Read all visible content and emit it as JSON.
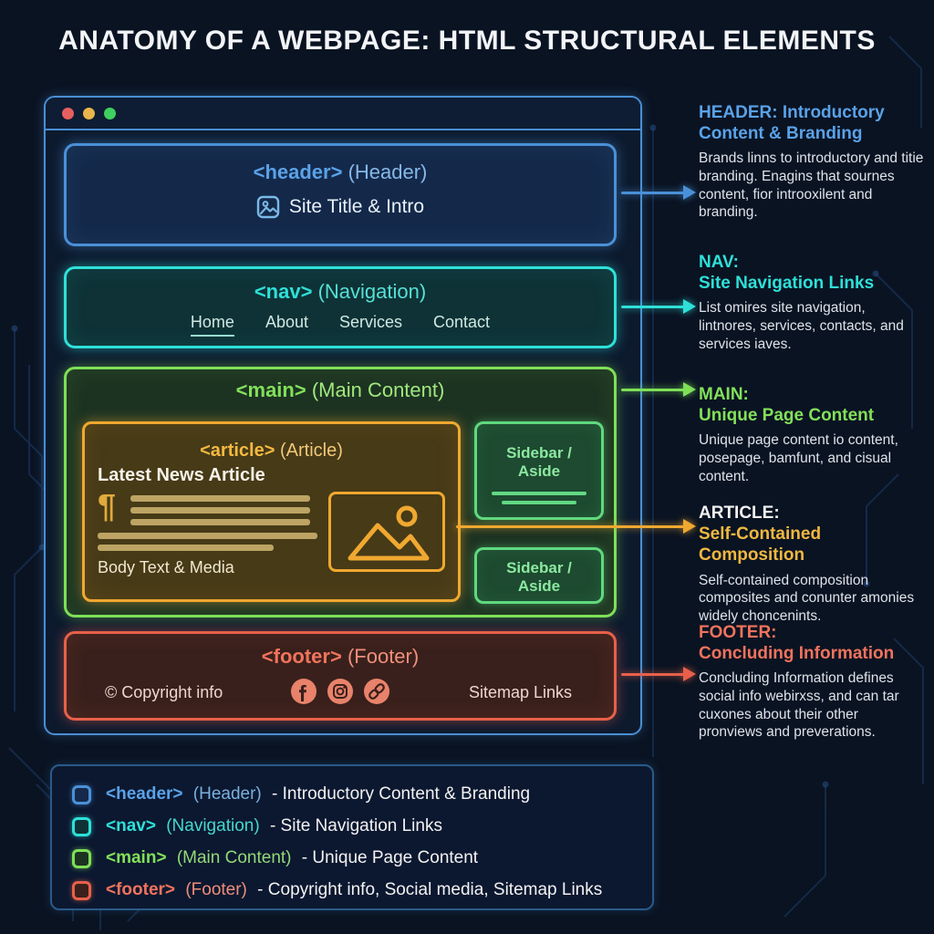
{
  "page_title": "ANATOMY OF A WEBPAGE: HTML STRUCTURAL ELEMENTS",
  "colors": {
    "background": "#0a1322",
    "window_border": "#4a8fd4",
    "header_blue": "#4a90d8",
    "nav_cyan": "#2ee0d8",
    "main_green": "#7ee057",
    "article_orange": "#f0a830",
    "footer_red": "#e8604a",
    "traffic_dot_red": "#e85f5f",
    "traffic_dot_yellow": "#e8b64a",
    "traffic_dot_green": "#3fd160"
  },
  "icons": {
    "image-icon": "framed picture outline",
    "paragraph-icon": "¶",
    "facebook-icon": "f in circle",
    "instagram-icon": "camera in circle",
    "link-icon": "chain in circle"
  },
  "window": {
    "header": {
      "tag": "<header>",
      "label": "(Header)",
      "content": "Site Title & Intro"
    },
    "nav": {
      "tag": "<nav>",
      "label": "(Navigation)",
      "links": [
        "Home",
        "About",
        "Services",
        "Contact"
      ]
    },
    "main": {
      "tag": "<main>",
      "label": "(Main Content)"
    },
    "article": {
      "tag": "<article>",
      "label": "(Article)",
      "headline": "Latest News Article",
      "paragraph_mark": "¶",
      "caption": "Body Text & Media"
    },
    "sidebars": [
      {
        "line1": "Sidebar /",
        "line2": "Aside"
      },
      {
        "line1": "Sidebar /",
        "line2": "Aside"
      }
    ],
    "footer": {
      "tag": "<footer>",
      "label": "(Footer)",
      "copyright": "© Copyright info",
      "sitemap": "Sitemap Links"
    }
  },
  "annotations": [
    {
      "id": "header",
      "title1": "HEADER: Introductory",
      "title2": "Content & Branding",
      "body": "Brands linns to introductory and titie branding. Enagins that sournes content, fior introoxilent and branding."
    },
    {
      "id": "nav",
      "title1": "NAV:",
      "title2": "Site Navigation Links",
      "body": "List omires site navigation, lintnores, services, contacts, and services iaves."
    },
    {
      "id": "main",
      "title1": "MAIN:",
      "title2": "Unique Page Content",
      "body": "Unique page content io content, posepage, bamfunt, and cisual content."
    },
    {
      "id": "article",
      "title1": "ARTICLE:",
      "title2": "Self-Contained Composition",
      "body": "Self-contained composition composites and conunter amonies widely choncenints."
    },
    {
      "id": "footer",
      "title1": "FOOTER:",
      "title2": "Concluding Information",
      "body": "Concluding Information defines social info webirxss, and can tar cuxones about their other pronviews and preverations."
    }
  ],
  "legend": {
    "items": [
      {
        "tag": "<header>",
        "label": "(Header)",
        "desc": "- Introductory Content & Branding"
      },
      {
        "tag": "<nav>",
        "label": "(Navigation)",
        "desc": "- Site Navigation Links"
      },
      {
        "tag": "<main>",
        "label": "(Main Content)",
        "desc": "- Unique Page Content"
      },
      {
        "tag": "<footer>",
        "label": "(Footer)",
        "desc": "- Copyright info, Social media, Sitemap Links"
      }
    ]
  }
}
